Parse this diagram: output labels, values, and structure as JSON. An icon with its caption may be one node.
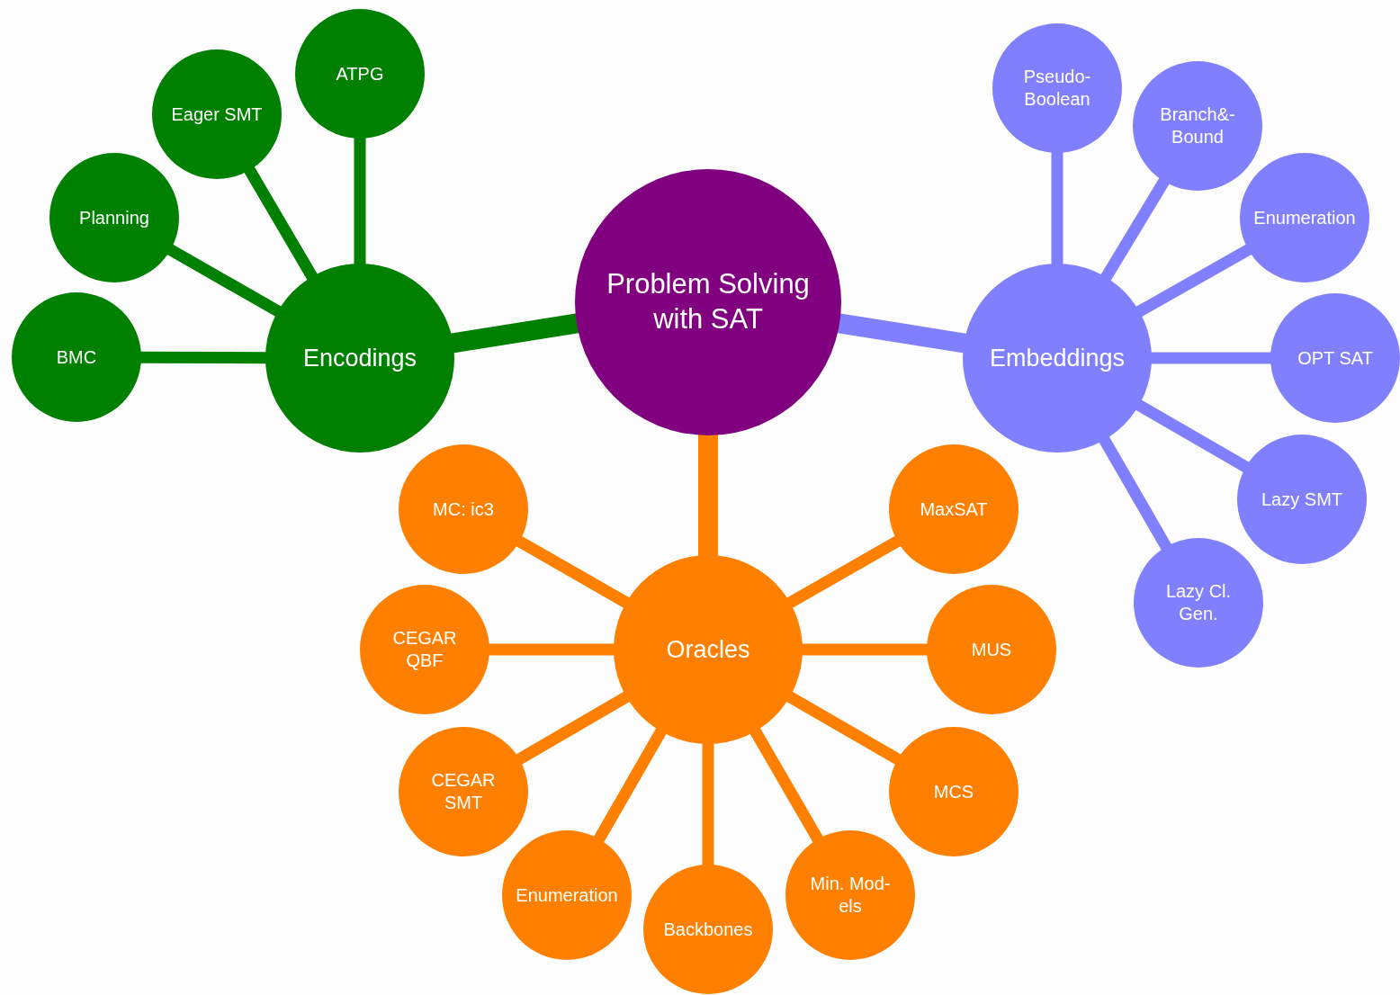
{
  "diagram": {
    "nodes": [
      {
        "text": [
          "Problem Solving with SAT"
        ]
      },
      {
        "text": [
          "Encodings"
        ]
      },
      {
        "text": [
          "BMC"
        ]
      },
      {
        "text": [
          "Planning"
        ]
      },
      {
        "text": [
          "Eager SMT"
        ]
      },
      {
        "text": [
          "ATPG"
        ]
      },
      {
        "text": [
          "Embeddings"
        ]
      },
      {
        "text": [
          "Pseudo-Boolean"
        ]
      },
      {
        "text": [
          "Branch&-Bound"
        ]
      },
      {
        "text": [
          "Enumeration"
        ]
      },
      {
        "text": [
          "OPT SAT"
        ]
      },
      {
        "text": [
          "Lazy SMT"
        ]
      },
      {
        "text": [
          "Lazy Cl. Gen."
        ]
      },
      {
        "text": [
          "Oracles"
        ]
      },
      {
        "text": [
          "MC: ic3"
        ]
      },
      {
        "text": [
          "CEGAR QBF"
        ]
      },
      {
        "text": [
          "CEGAR SMT"
        ]
      },
      {
        "text": [
          "Enumeration"
        ]
      },
      {
        "text": [
          "Backbones"
        ]
      },
      {
        "text": [
          "Min. Mod-els"
        ]
      },
      {
        "text": [
          "MCS"
        ]
      },
      {
        "text": [
          "MUS"
        ]
      },
      {
        "text": [
          "MaxSAT"
        ]
      }
    ],
    "edges": [
      {
        "from": 0,
        "to": 1,
        "arrow": "none",
        "color": "#008000"
      },
      {
        "from": 0,
        "to": 6,
        "arrow": "none",
        "color": "#8080ff"
      },
      {
        "from": 0,
        "to": 13,
        "arrow": "none"
      },
      {
        "from": 1,
        "to": 2,
        "arrow": "none",
        "color": "#008000"
      },
      {
        "from": 1,
        "to": 3,
        "arrow": "none",
        "color": "#008000"
      },
      {
        "from": 1,
        "to": 4,
        "arrow": "none",
        "color": "#008000"
      },
      {
        "from": 1,
        "to": 5,
        "arrow": "none",
        "color": "#008000"
      },
      {
        "from": 6,
        "to": 7,
        "arrow": "none",
        "color": "#8080ff"
      },
      {
        "from": 6,
        "to": 8,
        "arrow": "none",
        "color": "#8080ff"
      },
      {
        "from": 6,
        "to": 9,
        "arrow": "none",
        "color": "#8080ff"
      },
      {
        "from": 6,
        "to": 10,
        "arrow": "none",
        "color": "#8080ff"
      },
      {
        "from": 6,
        "to": 11,
        "arrow": "none",
        "color": "#8080ff"
      },
      {
        "from": 6,
        "to": 12,
        "arrow": "none",
        "color": "#8080ff"
      },
      {
        "from": 13,
        "to": 14,
        "arrow": "none"
      },
      {
        "from": 13,
        "to": 15,
        "arrow": "none"
      },
      {
        "from": 13,
        "to": 16,
        "arrow": "none"
      },
      {
        "from": 13,
        "to": 17,
        "arrow": "none"
      },
      {
        "from": 13,
        "to": 18,
        "arrow": "none"
      },
      {
        "from": 13,
        "to": 19,
        "arrow": "none"
      },
      {
        "from": 13,
        "to": 20,
        "arrow": "none"
      },
      {
        "from": 13,
        "to": 21,
        "arrow": "none"
      },
      {
        "from": 13,
        "to": 22,
        "arrow": "none"
      }
    ]
  }
}
